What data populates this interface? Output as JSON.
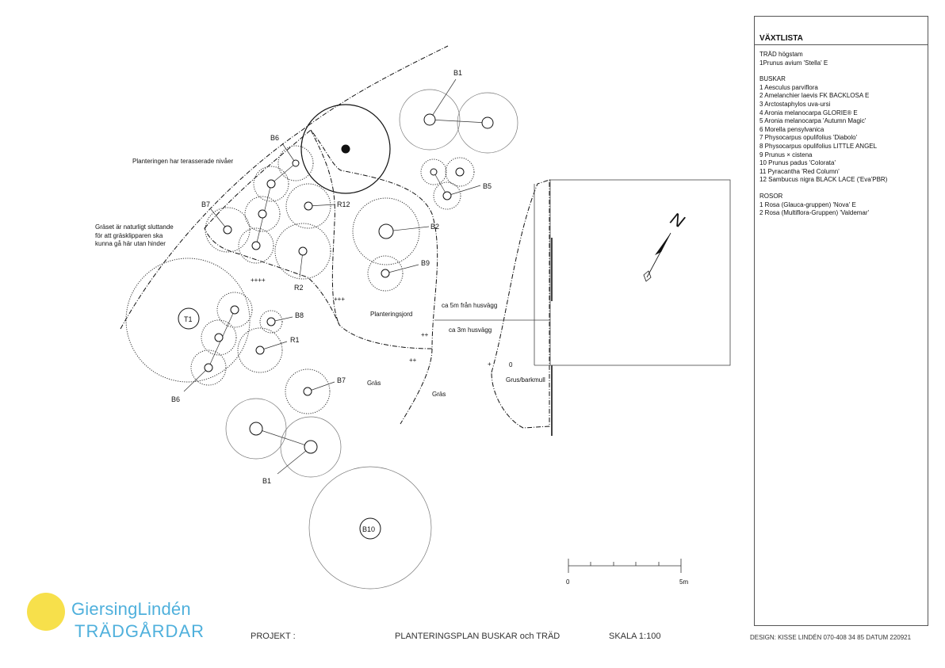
{
  "legend": {
    "title": "VÄXTLISTA",
    "groups": [
      {
        "heading": "TRÄD högstam",
        "items": [
          "1Prunus avium 'Stella' E"
        ]
      },
      {
        "heading": "BUSKAR",
        "items": [
          "1 Aesculus parviflora",
          "2 Amelanchier laevis FK BACKLOSA E",
          "3 Arctostaphylos uva-ursi",
          "4 Aronia melanocarpa GLORIE® E",
          "5 Aronia melanocarpa 'Autumn Magic'",
          "6 Morella pensylvanica",
          "7 Physocarpus opulifolius 'Diabolo'",
          "8 Physocarpus opulifolius LITTLE ANGEL",
          "9 Prunus × cistena",
          "10 Prunus padus 'Colorata'",
          "11 Pyracantha 'Red Column'",
          "12 Sambucus nigra BLACK LACE ('Eva'PBR)"
        ]
      },
      {
        "heading": "ROSOR",
        "items": [
          "1 Rosa (Glauca-gruppen) 'Nova' E",
          "2 Rosa (Multiflora-Gruppen) 'Valdemar'"
        ]
      }
    ]
  },
  "plan": {
    "notes": {
      "terraces": "Planteringen har terasserade nivåer",
      "grass_slope_1": "Gräset är naturligt sluttande",
      "grass_slope_2": "för att gräsklipparen ska",
      "grass_slope_3": "kunna gå här utan hinder",
      "dist_5m": "ca 5m från husvägg",
      "dist_3m": "ca 3m husvägg",
      "soil": "Planteringsjord",
      "grass_a": "Gräs",
      "grass_b": "Gräs",
      "gravel": "Grus/barkmull",
      "mark_a": "++++",
      "mark_b": "+++",
      "mark_c": "++",
      "mark_d": "++",
      "mark_e": "+",
      "mark_f": "0"
    },
    "labels": {
      "b1_top": "B1",
      "b5": "B5",
      "b6_top": "B6",
      "r12": "R12",
      "b7_top": "B7",
      "b2": "B2",
      "b9": "B9",
      "r2": "R2",
      "t1": "T1",
      "b8": "B8",
      "r1": "R1",
      "b6_bottom": "B6",
      "b7_bottom": "B7",
      "b1_bottom": "B1",
      "b10": "B10"
    },
    "north": "N",
    "scale_zero": "0",
    "scale_end": "5m"
  },
  "logo": {
    "name": "GiersingLindén",
    "sub": "TRÄDGÅRDAR"
  },
  "footer": {
    "project": "PROJEKT :",
    "title": "PLANTERINGSPLAN BUSKAR och TRÄD",
    "scale": "SKALA 1:100",
    "design": "DESIGN: KISSE LINDÉN 070-408 34 85   DATUM 220921"
  }
}
